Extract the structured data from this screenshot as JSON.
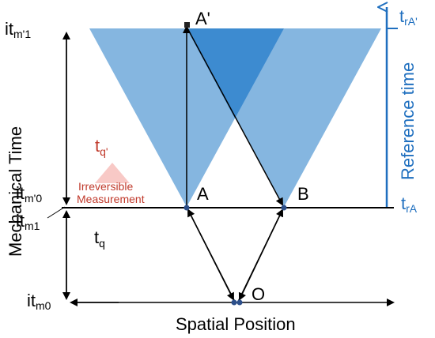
{
  "labels": {
    "A_prime": "A'",
    "A": "A",
    "B": "B",
    "O": "O",
    "it_m1_prime_main": "it",
    "it_m1_prime_sub": "m'1",
    "it_m0_prime_main": "it",
    "it_m0_prime_sub": "m'0",
    "it_m1_main": "it",
    "it_m1_sub": "m1",
    "it_m0_main": "it",
    "it_m0_sub": "m0",
    "t_q_prime_main": "t",
    "t_q_prime_sub": "q'",
    "t_q_main": "t",
    "t_q_sub": "q",
    "t_rA_prime_main": "t",
    "t_rA_prime_sub": "rA'",
    "t_rA_main": "t",
    "t_rA_sub": "rA",
    "mechanical_time": "Mechanical Time",
    "reference_time": "Reference time",
    "spatial_position": "Spatial Position",
    "irreversible_1": "Irreversible",
    "irreversible_2": "Measurement"
  },
  "colors": {
    "cone_light": "#85b6e0",
    "cone_overlap": "#3d8bd0",
    "reference_blue": "#1f6fbf",
    "measurement_red": "#c0392b",
    "triangle_pink": "#f8c9c6"
  }
}
